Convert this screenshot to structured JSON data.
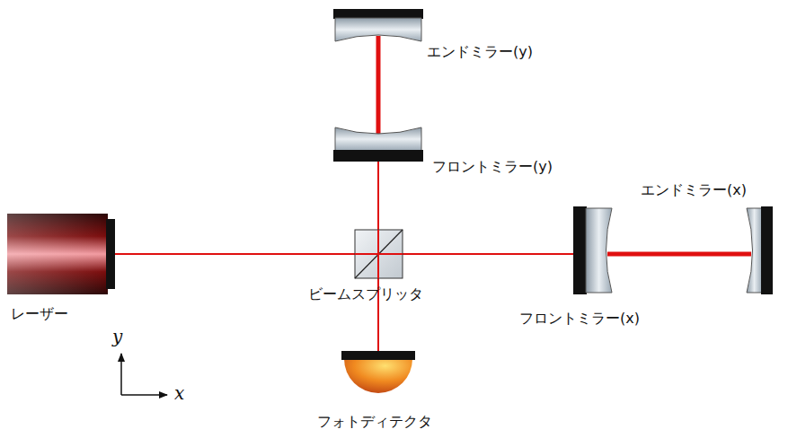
{
  "diagram": {
    "labels": [
      "エンドミラー(y)",
      "フロントミラー(y)",
      "エンドミラー(x)",
      "フロントミラー(x)",
      "レーザー",
      "ビームスプリッタ",
      "フォトディテクタ",
      "y",
      "x"
    ]
  }
}
